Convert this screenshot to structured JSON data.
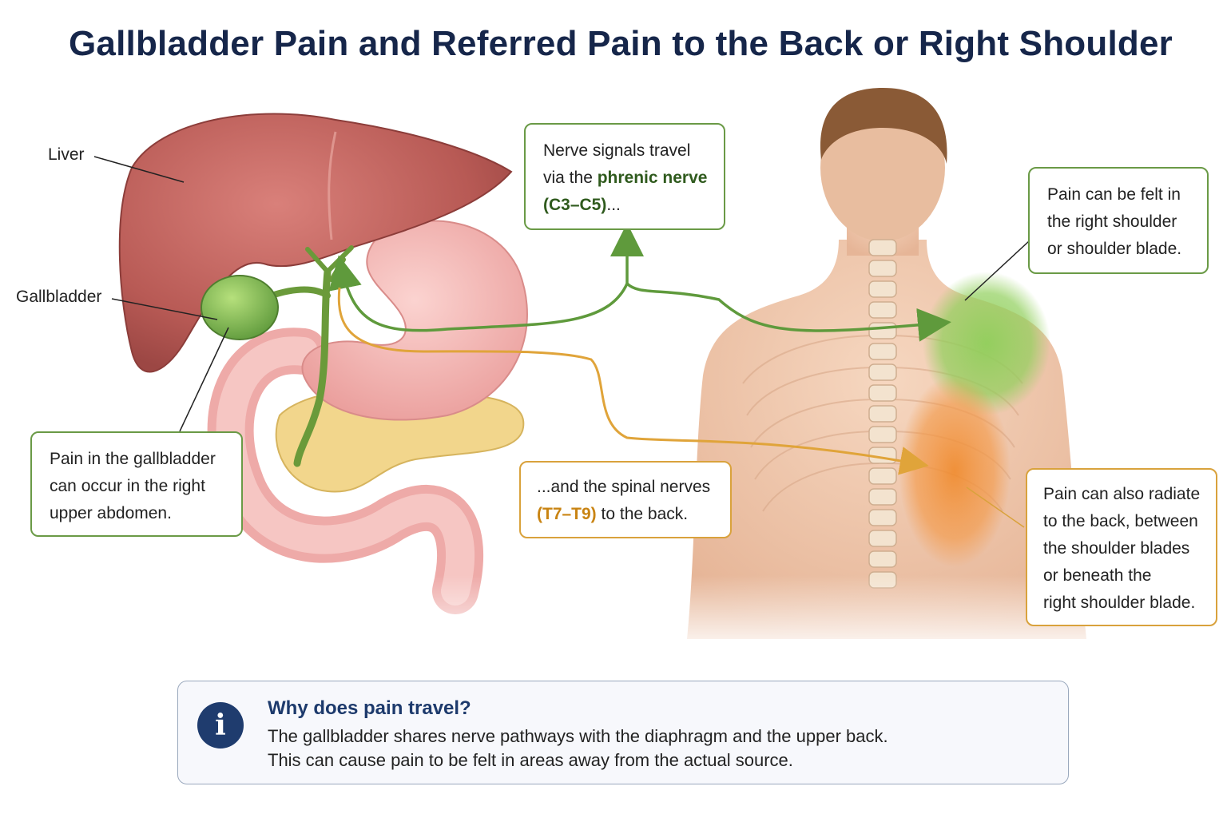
{
  "title": "Gallbladder Pain and Referred Pain to the Back or Right Shoulder",
  "labels": {
    "liver": "Liver",
    "gallbladder": "Gallbladder"
  },
  "callouts": {
    "abdomen": {
      "lines": [
        "Pain in the gallbladder",
        "can occur in the right",
        "upper abdomen."
      ]
    },
    "phrenic": {
      "line1": "Nerve signals travel",
      "line2_pre": "via the ",
      "line2_hl": "phrenic nerve",
      "line3_hl": "(C3–C5)",
      "line3_post": "..."
    },
    "spinal": {
      "line1": "...and the spinal nerves",
      "line2_hl": "(T7–T9)",
      "line2_post": " to the back."
    },
    "shoulder": {
      "lines": [
        "Pain can be felt in",
        "the right shoulder",
        "or shoulder blade."
      ]
    },
    "back": {
      "lines": [
        "Pain can also radiate",
        "to the back, between",
        "the shoulder blades",
        "or beneath the",
        "right shoulder blade."
      ]
    }
  },
  "info": {
    "icon": "info-icon",
    "title": "Why does pain travel?",
    "line1": "The gallbladder shares nerve pathways with the diaphragm and the upper back.",
    "line2": "This can cause pain to be felt in areas away from the actual source."
  },
  "colors": {
    "phrenic_path": "#5f9a3c",
    "spinal_path": "#d9a23c",
    "shoulder_pain": "#8fcf5a",
    "back_pain": "#f08a2c",
    "title": "#16264a"
  }
}
